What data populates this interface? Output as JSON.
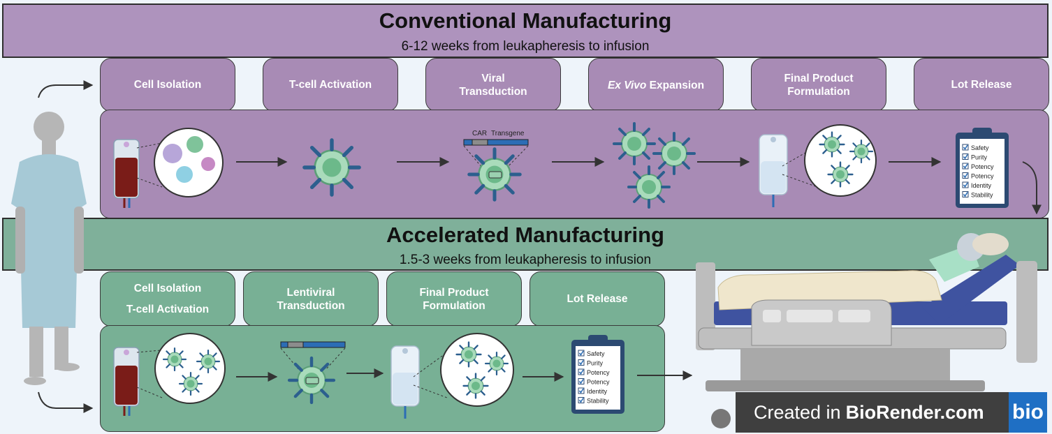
{
  "conventional": {
    "title": "Conventional Manufacturing",
    "subtitle": "6-12 weeks from leukapheresis to infusion",
    "steps": [
      {
        "line1": "Cell Isolation",
        "line2": ""
      },
      {
        "line1": "T-cell Activation",
        "line2": ""
      },
      {
        "line1": "Viral",
        "line2": "Transduction"
      },
      {
        "italic": "Ex Vivo",
        "rest": " Expansion"
      },
      {
        "line1": "Final Product",
        "line2": "Formulation"
      },
      {
        "line1": "Lot Release",
        "line2": ""
      }
    ],
    "construct_labels": {
      "car": "CAR",
      "transgene": "Transgene"
    },
    "checklist": [
      "Safety",
      "Purity",
      "Potency",
      "Potency",
      "Identity",
      "Stability"
    ]
  },
  "accelerated": {
    "title": "Accelerated Manufacturing",
    "subtitle": "1.5-3 weeks from leukapheresis to infusion",
    "steps": [
      {
        "line1": "Cell Isolation",
        "line2": "T-cell Activation"
      },
      {
        "line1": "Lentiviral",
        "line2": "Transduction"
      },
      {
        "line1": "Final Product",
        "line2": "Formulation"
      },
      {
        "line1": "Lot Release",
        "line2": ""
      }
    ],
    "checklist": [
      "Safety",
      "Purity",
      "Potency",
      "Potency",
      "Identity",
      "Stability"
    ]
  },
  "watermark": {
    "prefix": "Created in",
    "brand": "BioRender.com",
    "logo": "bio"
  },
  "colors": {
    "conventional": "#a88bb5",
    "accelerated": "#78b095",
    "cell_green": "#7fc39a",
    "antibody_blue": "#2c5f8e",
    "blood": "#7a1c18"
  },
  "icons": [
    "patient-standing-icon",
    "blood-bag-icon",
    "t-cell-icon",
    "viral-vector-icon",
    "iv-bag-icon",
    "clipboard-checklist-icon",
    "patient-in-bed-icon"
  ]
}
